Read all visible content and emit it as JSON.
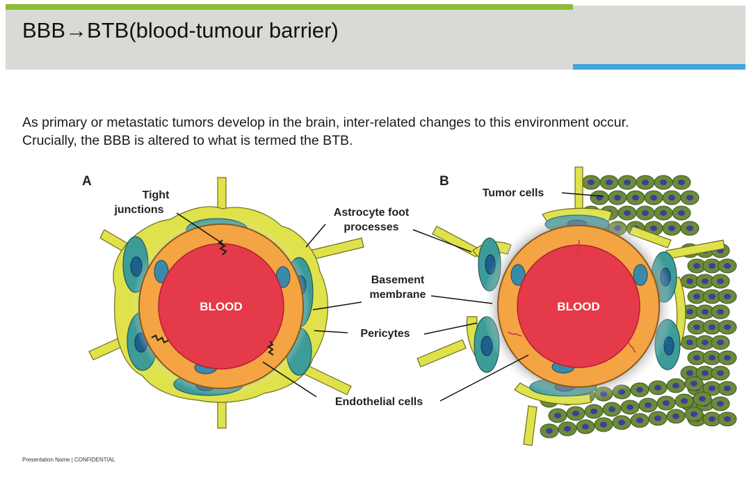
{
  "slide": {
    "title": "BBB→BTB(blood-tumour barrier)",
    "body_lines": [
      "As primary or metastatic tumors develop in the brain, inter-related changes to this environment occur.",
      "Crucially, the BBB is altered to what is termed the BTB."
    ],
    "footer": "Presentation Name | CONFIDENTIAL"
  },
  "diagram": {
    "panel_a": {
      "letter": "A",
      "blood": "BLOOD",
      "labels": {
        "tight_junctions_1": "Tight",
        "tight_junctions_2": "junctions"
      }
    },
    "panel_b": {
      "letter": "B",
      "blood": "BLOOD",
      "labels": {
        "tumor_cells": "Tumor cells"
      }
    },
    "shared_labels": {
      "astrocyte_1": "Astrocyte foot",
      "astrocyte_2": "processes",
      "basement_1": "Basement",
      "basement_2": "membrane",
      "pericytes": "Pericytes",
      "endothelial": "Endothelial cells"
    },
    "colors": {
      "blood": "#e53a4a",
      "endothelial": "#f4a443",
      "astrocyte": "#dfe24a",
      "pericyte": "#3d9b98",
      "nucleus": "#1e5f8c",
      "tumor_cell": "#6c8a3a",
      "tumor_nucleus": "#3b3f9a"
    }
  }
}
